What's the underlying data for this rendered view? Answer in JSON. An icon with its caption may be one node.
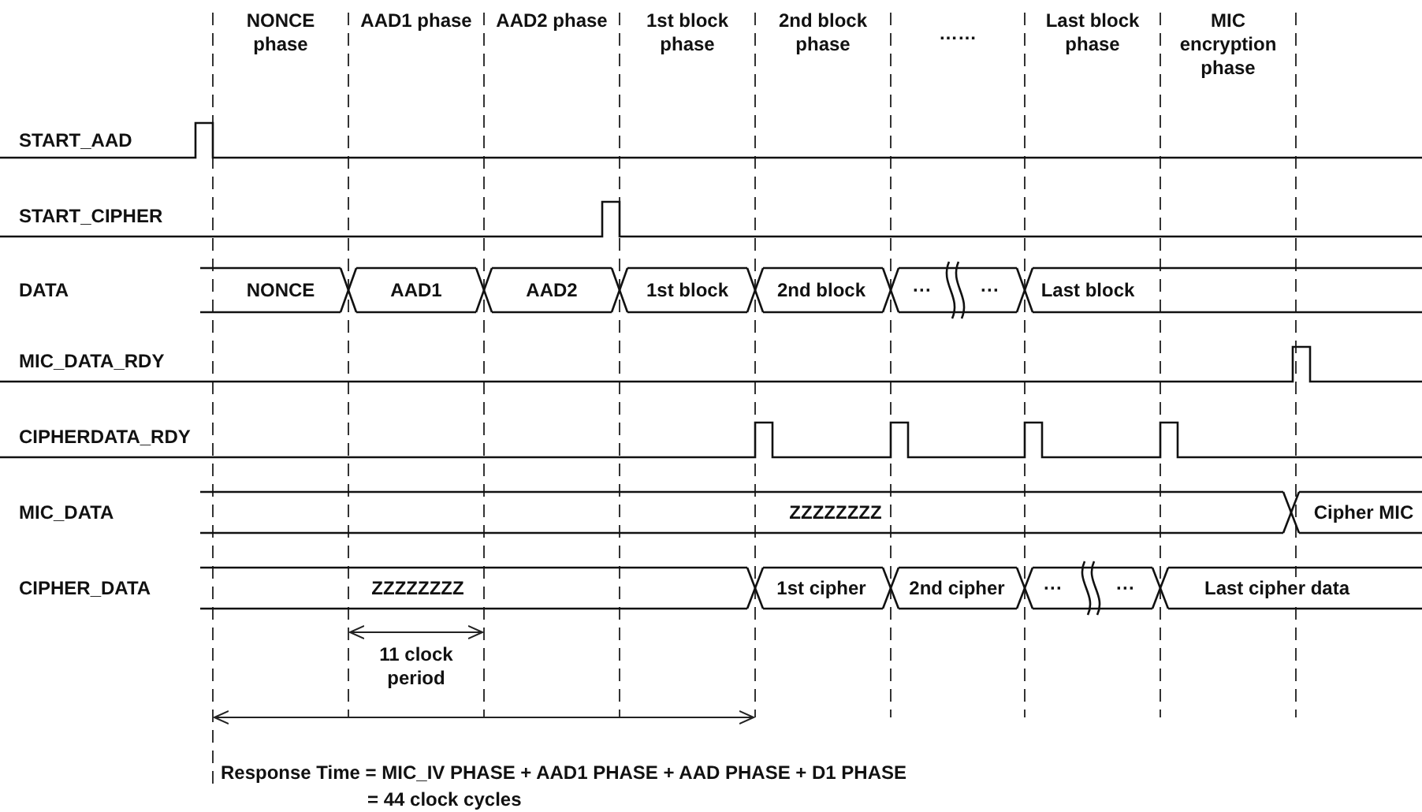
{
  "diagram": {
    "labels": [
      "NONCE phase",
      "AAD1 phase",
      "AAD2 phase",
      "1st block phase",
      "2nd block phase",
      "……",
      "Last block phase",
      "MIC encryption phase",
      "START_AAD",
      "START_CIPHER",
      "DATA",
      "NONCE",
      "AAD1",
      "AAD2",
      "1st block",
      "2nd block",
      "···",
      "···",
      "Last block",
      "MIC_DATA_RDY",
      "CIPHERDATA_RDY",
      "MIC_DATA",
      "ZZZZZZZZ",
      "Cipher MIC",
      "CIPHER_DATA",
      "ZZZZZZZZ",
      "1st cipher",
      "2nd cipher",
      "···",
      "···",
      "Last cipher data",
      "11 clock period",
      "Response Time = MIC_IV PHASE + AAD1 PHASE + AAD PHASE + D1 PHASE",
      "= 44 clock cycles"
    ]
  }
}
